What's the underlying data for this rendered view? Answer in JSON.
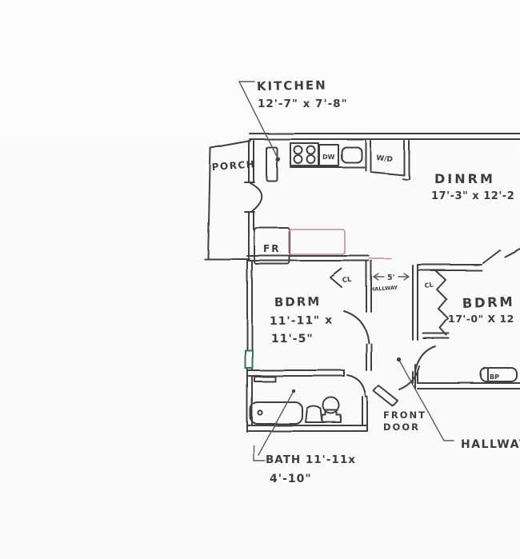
{
  "page": {
    "background": "#fafafa",
    "ink": "#3d3d3d",
    "accent_pink": "#c08ba0",
    "accent_green": "#2f7a52"
  },
  "floorplan": {
    "kitchen": {
      "label": "KITCHEN",
      "dims": "12'-7\" x 7'-8\""
    },
    "porch": {
      "label": "PORCH"
    },
    "dining_room": {
      "label": "DINRM",
      "dims": "17'-3\" x 12'-2"
    },
    "bedroom_left": {
      "label": "BDRM",
      "dims_line1": "11'-11\" x",
      "dims_line2": "11'-5\""
    },
    "bedroom_right": {
      "label": "BDRM",
      "dims": "17'-0\" X 12"
    },
    "hallway": {
      "width": "5'",
      "label": "HALLWAY",
      "callout": "HALLWAY"
    },
    "bath": {
      "label": "BATH 11'-11x",
      "dims": "4'-10\""
    },
    "front_door": {
      "line1": "FRONT",
      "line2": "DOOR"
    },
    "fixtures": {
      "fridge": "FR",
      "dishwasher": "DW",
      "washer_dryer": "W/D",
      "closet_bedroom_left": "CL",
      "closet_bedroom_right": "CL",
      "heater": "BP"
    }
  }
}
